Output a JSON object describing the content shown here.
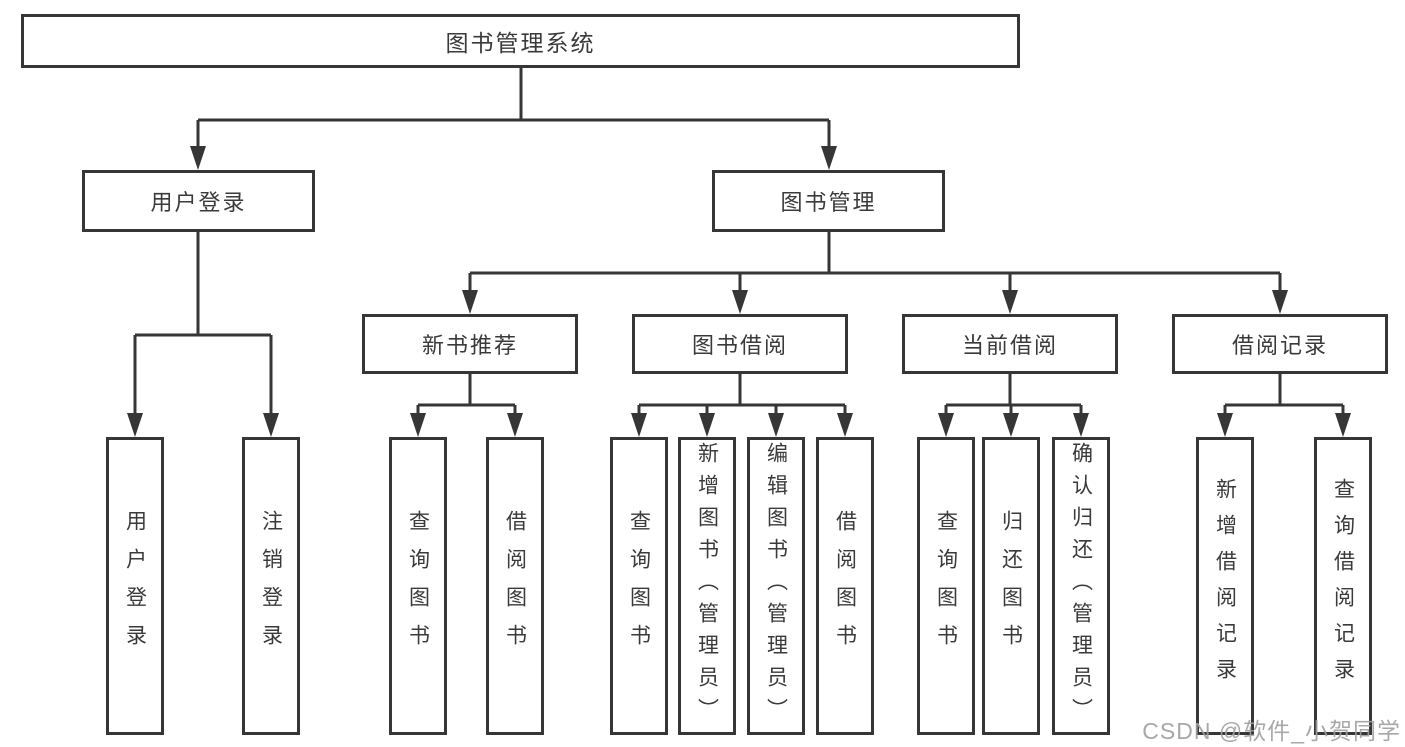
{
  "diagram": {
    "root": {
      "label": "图书管理系统"
    },
    "level2": [
      {
        "label": "用户登录"
      },
      {
        "label": "图书管理"
      }
    ],
    "level3": [
      {
        "label": "新书推荐",
        "parent": "图书管理"
      },
      {
        "label": "图书借阅",
        "parent": "图书管理"
      },
      {
        "label": "当前借阅",
        "parent": "图书管理"
      },
      {
        "label": "借阅记录",
        "parent": "图书管理"
      }
    ],
    "leaves": [
      {
        "label": "用户登录",
        "parent": "用户登录"
      },
      {
        "label": "注销登录",
        "parent": "用户登录"
      },
      {
        "label": "查询图书",
        "parent": "新书推荐"
      },
      {
        "label": "借阅图书",
        "parent": "新书推荐"
      },
      {
        "label": "查询图书",
        "parent": "图书借阅"
      },
      {
        "label": "新增图书（管理员）",
        "parent": "图书借阅"
      },
      {
        "label": "编辑图书（管理员）",
        "parent": "图书借阅"
      },
      {
        "label": "借阅图书",
        "parent": "图书借阅"
      },
      {
        "label": "查询图书",
        "parent": "当前借阅"
      },
      {
        "label": "归还图书",
        "parent": "当前借阅"
      },
      {
        "label": "确认归还（管理员）",
        "parent": "当前借阅"
      },
      {
        "label": "新增借阅记录",
        "parent": "借阅记录"
      },
      {
        "label": "查询借阅记录",
        "parent": "借阅记录"
      }
    ],
    "colors": {
      "line": "#363636",
      "text": "#3a3a3a",
      "background": "#ffffff",
      "watermark": "#9e9e9e"
    }
  },
  "watermark": {
    "text": "CSDN @软件_小贺同学"
  }
}
